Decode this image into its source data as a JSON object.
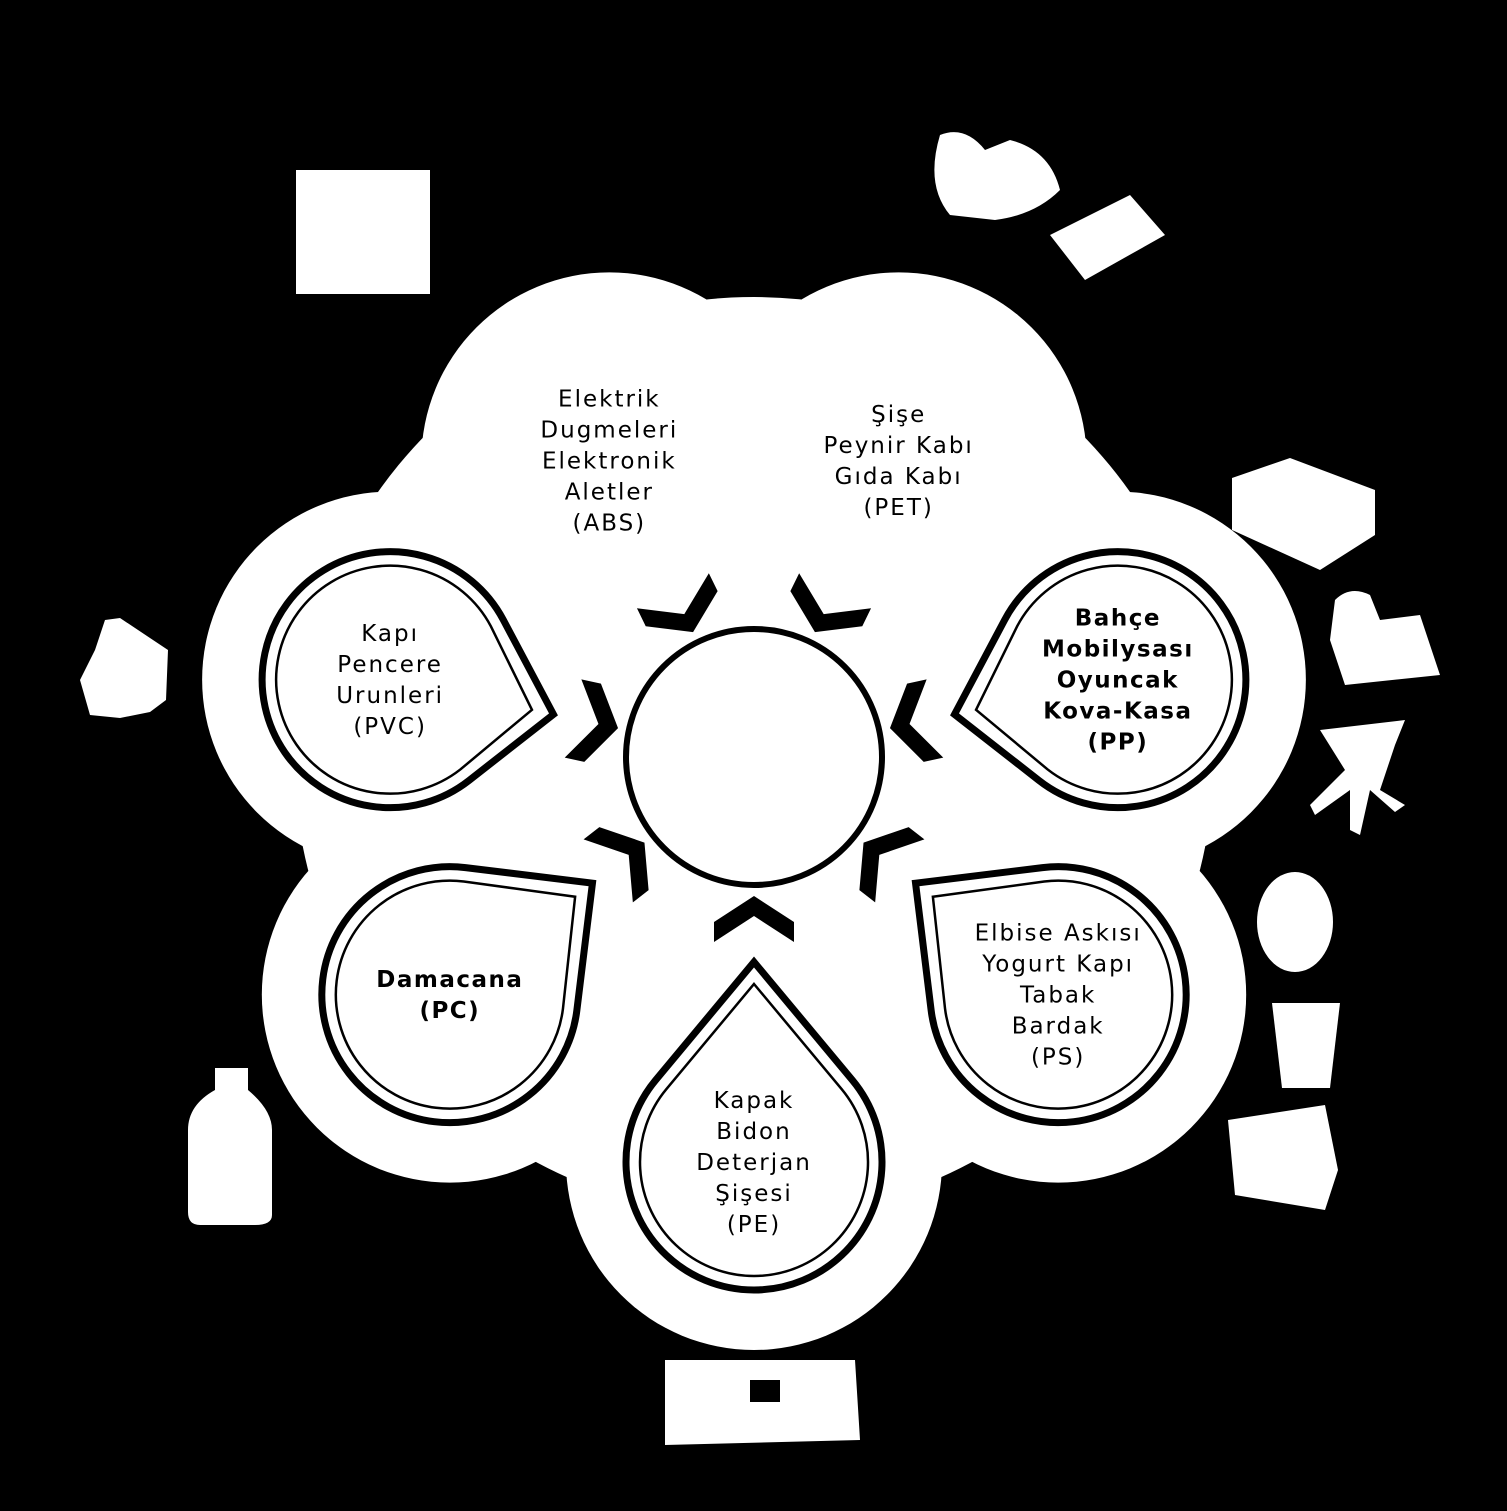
{
  "colors": {
    "background": "#000000",
    "foreground": "#ffffff"
  },
  "center": {
    "label": ""
  },
  "petals": [
    {
      "id": "abs",
      "lines": [
        "Elektrik",
        "Dugmeleri",
        "Elektronik",
        "Aletler",
        "(ABS)"
      ],
      "icon": "square-block-icon"
    },
    {
      "id": "pet",
      "lines": [
        "Şişe",
        "Peynir Kabı",
        "Gıda Kabı",
        "(PET)"
      ],
      "icon": "food-container-icon"
    },
    {
      "id": "pp",
      "lines": [
        "Bahçe",
        "Mobilysası",
        "Oyuncak",
        "Kova-Kasa",
        "(PP)"
      ],
      "icon": "garden-chair-icon"
    },
    {
      "id": "ps",
      "lines": [
        "Elbise Askısı",
        "Yogurt Kapı",
        "Tabak",
        "Bardak",
        "(PS)"
      ],
      "icon": "hanger-cup-icon"
    },
    {
      "id": "pe",
      "lines": [
        "Kapak",
        "Bidon",
        "Deterjan",
        "Şişesi",
        "(PE)"
      ],
      "icon": "detergent-bottle-icon"
    },
    {
      "id": "pc",
      "lines": [
        "Damacana",
        "(PC)"
      ],
      "icon": "water-jug-icon"
    },
    {
      "id": "pvc",
      "lines": [
        "Kapı",
        "Pencere",
        "Urunleri",
        "(PVC)"
      ],
      "icon": "window-frame-icon"
    }
  ]
}
